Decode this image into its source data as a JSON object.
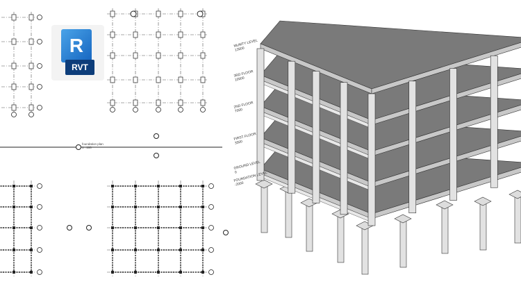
{
  "logo": {
    "letter": "R",
    "label": "RVT"
  },
  "plan": {
    "title": "foundation plan",
    "scale": "1 : 100"
  },
  "levels": [
    {
      "name": "MUMTY LEVEL",
      "elevation": "13500"
    },
    {
      "name": "3RD FLOOR",
      "elevation": "10500"
    },
    {
      "name": "2ND FLOOR",
      "elevation": "7000"
    },
    {
      "name": "FIRST FLOOR",
      "elevation": "3500"
    },
    {
      "name": "GROUND LEVEL",
      "elevation": "0"
    },
    {
      "name": "FOUNDATION LEVEL",
      "elevation": "-2000"
    }
  ],
  "colors": {
    "slab_top": "#7a7a7a",
    "slab_side": "#c8c8c8",
    "column": "#e2e2e2",
    "wall": "#8e8e8e",
    "line": "#222222"
  }
}
